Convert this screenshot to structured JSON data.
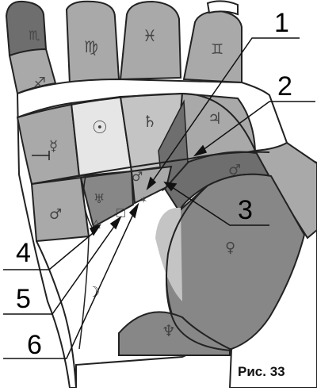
{
  "caption": "Рис. 33",
  "glyphs": {
    "pinky": "♏",
    "ring": "♊",
    "middle": "♓",
    "index": "♍",
    "sagittarius": "♐",
    "sun": "☉",
    "saturn": "♄",
    "jupiter": "♃",
    "mercury": "☿",
    "mars_upper": "♂",
    "mars_lower": "♂",
    "mars_left": "♂",
    "uranus": "♅",
    "venus": "♀",
    "moon": "☽",
    "neptune": "♆",
    "sign_triangle": "△",
    "sign_square": "□",
    "sign_star": "✶"
  },
  "callouts": [
    {
      "number": "1"
    },
    {
      "number": "2"
    },
    {
      "number": "3"
    },
    {
      "number": "4"
    },
    {
      "number": "5"
    },
    {
      "number": "6"
    }
  ]
}
